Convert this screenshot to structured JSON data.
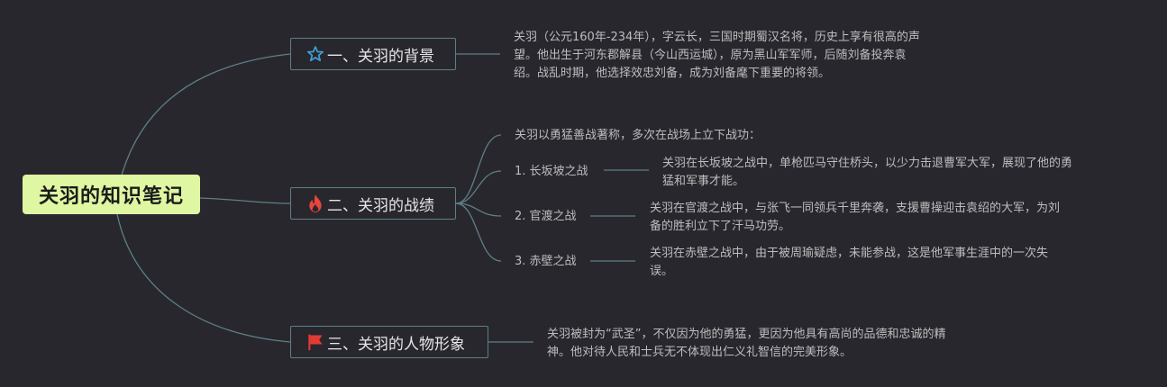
{
  "root": {
    "title": "关羽的知识笔记"
  },
  "branches": [
    {
      "label": "一、关羽的背景",
      "icon": "star-icon",
      "color": "#3fa0d8"
    },
    {
      "label": "二、关羽的战绩",
      "icon": "flame-icon",
      "color": "#e8463a"
    },
    {
      "label": "三、关羽的人物形象",
      "icon": "flag-icon",
      "color": "#e53935"
    }
  ],
  "background": {
    "line1": "关羽（公元160年-234年），字云长，三国时期蜀汉名将，历史上享有很高的声",
    "line2": "望。他出生于河东郡解县（今山西运城），原为黑山军军师，后随刘备投奔袁",
    "line3": "绍。战乱时期，他选择效忠刘备，成为刘备麾下重要的将领。"
  },
  "record": {
    "intro": "关羽以勇猛善战著称，多次在战场上立下战功：",
    "battles": [
      {
        "name": "1. 长坂坡之战",
        "line1": "关羽在长坂坡之战中，单枪匹马守住桥头，以少力击退曹军大军，展现了他的勇",
        "line2": "猛和军事才能。"
      },
      {
        "name": "2. 官渡之战",
        "line1": "关羽在官渡之战中，与张飞一同领兵千里奔袭，支援曹操迎击袁绍的大军，为刘",
        "line2": "备的胜利立下了汗马功劳。"
      },
      {
        "name": "3. 赤壁之战",
        "line1": "关羽在赤壁之战中，由于被周瑜疑虑，未能参战，这是他军事生涯中的一次失",
        "line2": "误。"
      }
    ]
  },
  "image": {
    "line1": "关羽被封为“武圣”，不仅因为他的勇猛，更因为他具有高尚的品德和忠诚的精",
    "line2": "神。他对待人民和士兵无不体现出仁义礼智信的完美形象。"
  },
  "colors": {
    "line": "#5d7f86",
    "root_bg": "#dff6a2",
    "background": "#29272e"
  }
}
